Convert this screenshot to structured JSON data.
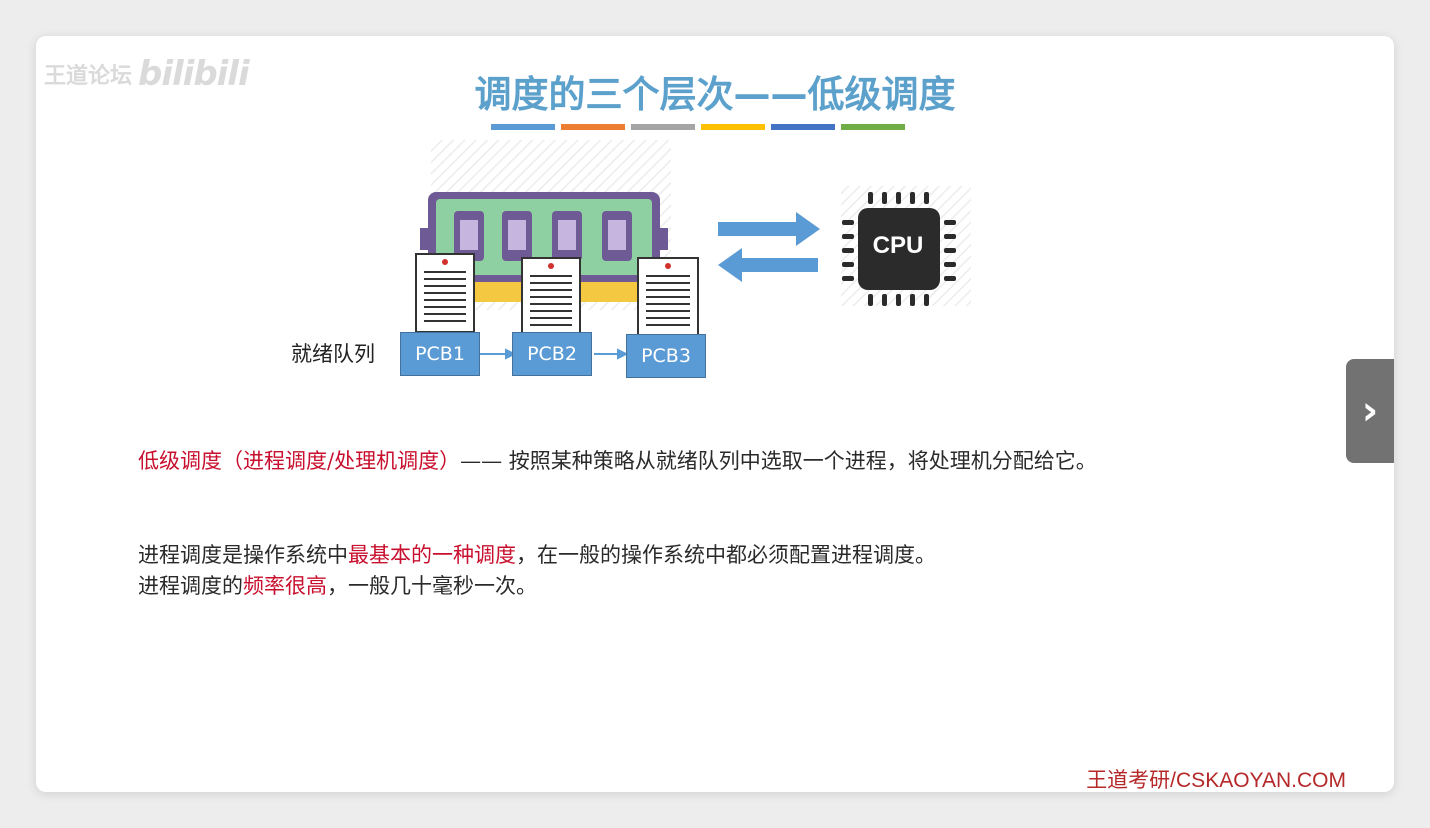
{
  "watermark": {
    "brand": "王道论坛",
    "logo": "bilibili"
  },
  "slide": {
    "title": "调度的三个层次——低级调度",
    "title_color": "#5ca0cc",
    "color_bar": [
      "#5b9bd5",
      "#ed7d31",
      "#a5a5a5",
      "#ffc000",
      "#4472c4",
      "#70ad47"
    ]
  },
  "diagram": {
    "ready_queue_label": "就绪队列",
    "pcbs": [
      "PCB1",
      "PCB2",
      "PCB3"
    ],
    "cpu_label": "CPU",
    "icons": [
      "memory-module-icon",
      "document-icon",
      "cpu-chip-icon",
      "arrow-right-icon",
      "arrow-left-icon"
    ]
  },
  "paragraph1": {
    "term": "低级调度（进程调度/处理机调度）",
    "definition": "—— 按照某种策略从就绪队列中选取一个进程，将处理机分配给它。"
  },
  "paragraph2": {
    "part1": "进程调度是操作系统中",
    "highlight": "最基本的一种调度",
    "part2": "，在一般的操作系统中都必须配置进程调度。"
  },
  "paragraph3": {
    "part1": "进程调度的",
    "highlight": "频率很高",
    "part2": "，一般几十毫秒一次。"
  },
  "footer": {
    "brand": "王道考研/CSKAOYAN.COM"
  },
  "nav": {
    "next_icon": "chevron-right-icon",
    "next_symbol": "›"
  }
}
